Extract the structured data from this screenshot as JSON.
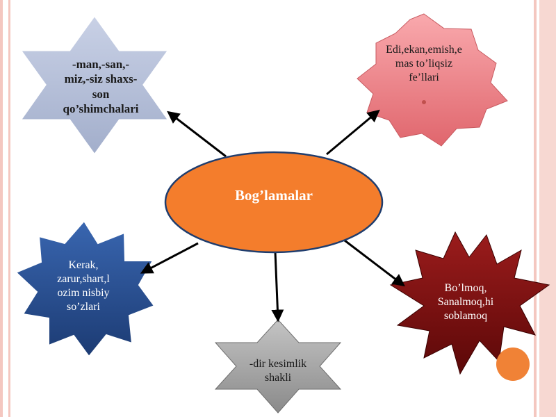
{
  "diagram": {
    "center": {
      "label": "Bog’lamalar"
    },
    "nodes": [
      {
        "id": "tl",
        "label": "-man,-san,-\nmiz,-siz shaxs-\nson\nqo’shimchalari"
      },
      {
        "id": "tr",
        "label": "Edi,ekan,emish,e\nmas to’liqsiz\nfe’llari"
      },
      {
        "id": "ml",
        "label": "Kerak,\nzarur,shart,l\nozim nisbiy\nso’zlari"
      },
      {
        "id": "bc",
        "label": "-dir kesimlik\nshakli"
      },
      {
        "id": "br",
        "label": "Bo’lmoq,\nSanalmoq,hi\nsoblamoq"
      }
    ]
  },
  "colors": {
    "border_pink": "#f4c7c0",
    "center_fill": "#f47d2c",
    "center_stroke": "#1f3d6e",
    "star_tl": "#b4bfd8",
    "star_tr": "#ef7f86",
    "star_ml": "#2a4f90",
    "star_bc": "#9e9e9e",
    "star_br": "#7a0f0f",
    "accent_dot": "#f08236"
  }
}
